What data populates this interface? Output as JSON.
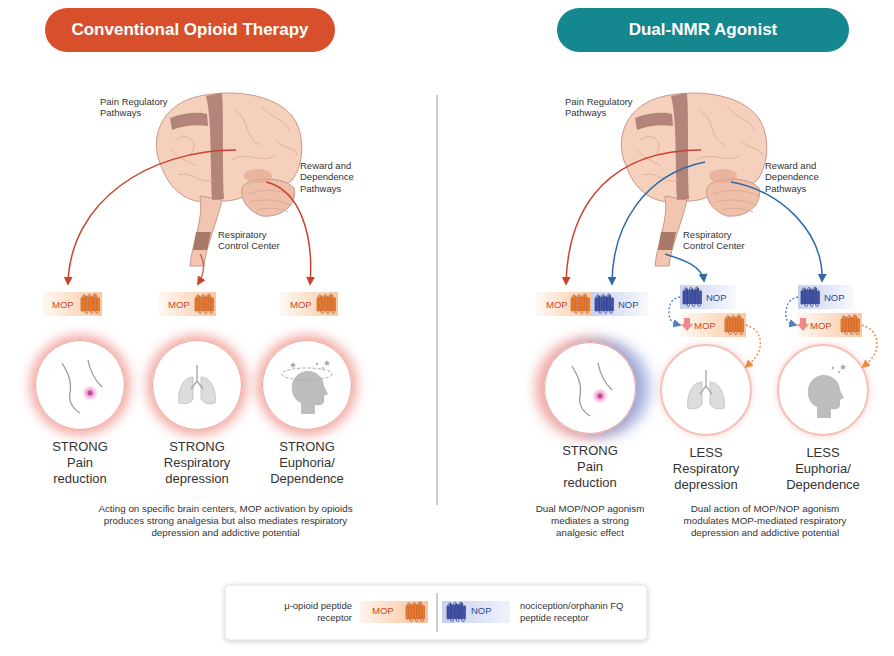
{
  "diagram": {
    "nodes": [
      {
        "text": [
          "Conventional Opioid Therapy"
        ]
      },
      {
        "text": [
          "Dual-NMR Agonist"
        ]
      },
      {
        "text": [
          "MOP"
        ]
      },
      {
        "text": [
          "MOP"
        ]
      },
      {
        "text": [
          "MOP"
        ]
      },
      {
        "text": [
          "STRONG Pain reduction"
        ]
      },
      {
        "text": [
          "STRONG Respiratory depression"
        ]
      },
      {
        "text": [
          "STRONG Euphoria/ Dependence"
        ]
      },
      {
        "text": [
          "MOP"
        ]
      },
      {
        "text": [
          "NOP"
        ]
      },
      {
        "text": [
          "NOP"
        ]
      },
      {
        "text": [
          "MOP"
        ]
      },
      {
        "text": [
          "NOP"
        ]
      },
      {
        "text": [
          "MOP"
        ]
      },
      {
        "text": [
          "STRONG Pain reduction"
        ]
      },
      {
        "text": [
          "LESS Respiratory depression"
        ]
      },
      {
        "text": [
          "LESS Euphoria/ Dependence"
        ]
      }
    ],
    "edges": [
      {
        "from": 10,
        "to": 11,
        "arrow": "to"
      },
      {
        "from": 11,
        "to": 15,
        "arrow": "to"
      },
      {
        "from": 12,
        "to": 13,
        "arrow": "to"
      },
      {
        "from": 13,
        "to": 16,
        "arrow": "to"
      }
    ],
    "labels": [
      "Pain Regulatory Pathways",
      "Reward and Dependence Pathways",
      "Respiratory Control Center",
      "Pain Regulatory Pathways",
      "Reward and Dependence Pathways",
      "Respiratory Control Center",
      "Acting on specific brain centers, MOP activation by opioids produces strong analgesia but also mediates respiratory depression and addictive potential",
      "Dual MOP/NOP agonism mediates a strong analgesic effect",
      "Dual action of MOP/NOP agonism modulates MOP-mediated respiratory depression and addictive potential",
      "MOP",
      "NOP"
    ],
    "legend": [
      {
        "text": "μ-opioid peptide receptor"
      },
      {
        "text": "nociception/orphanin FQ peptide receptor"
      }
    ]
  }
}
